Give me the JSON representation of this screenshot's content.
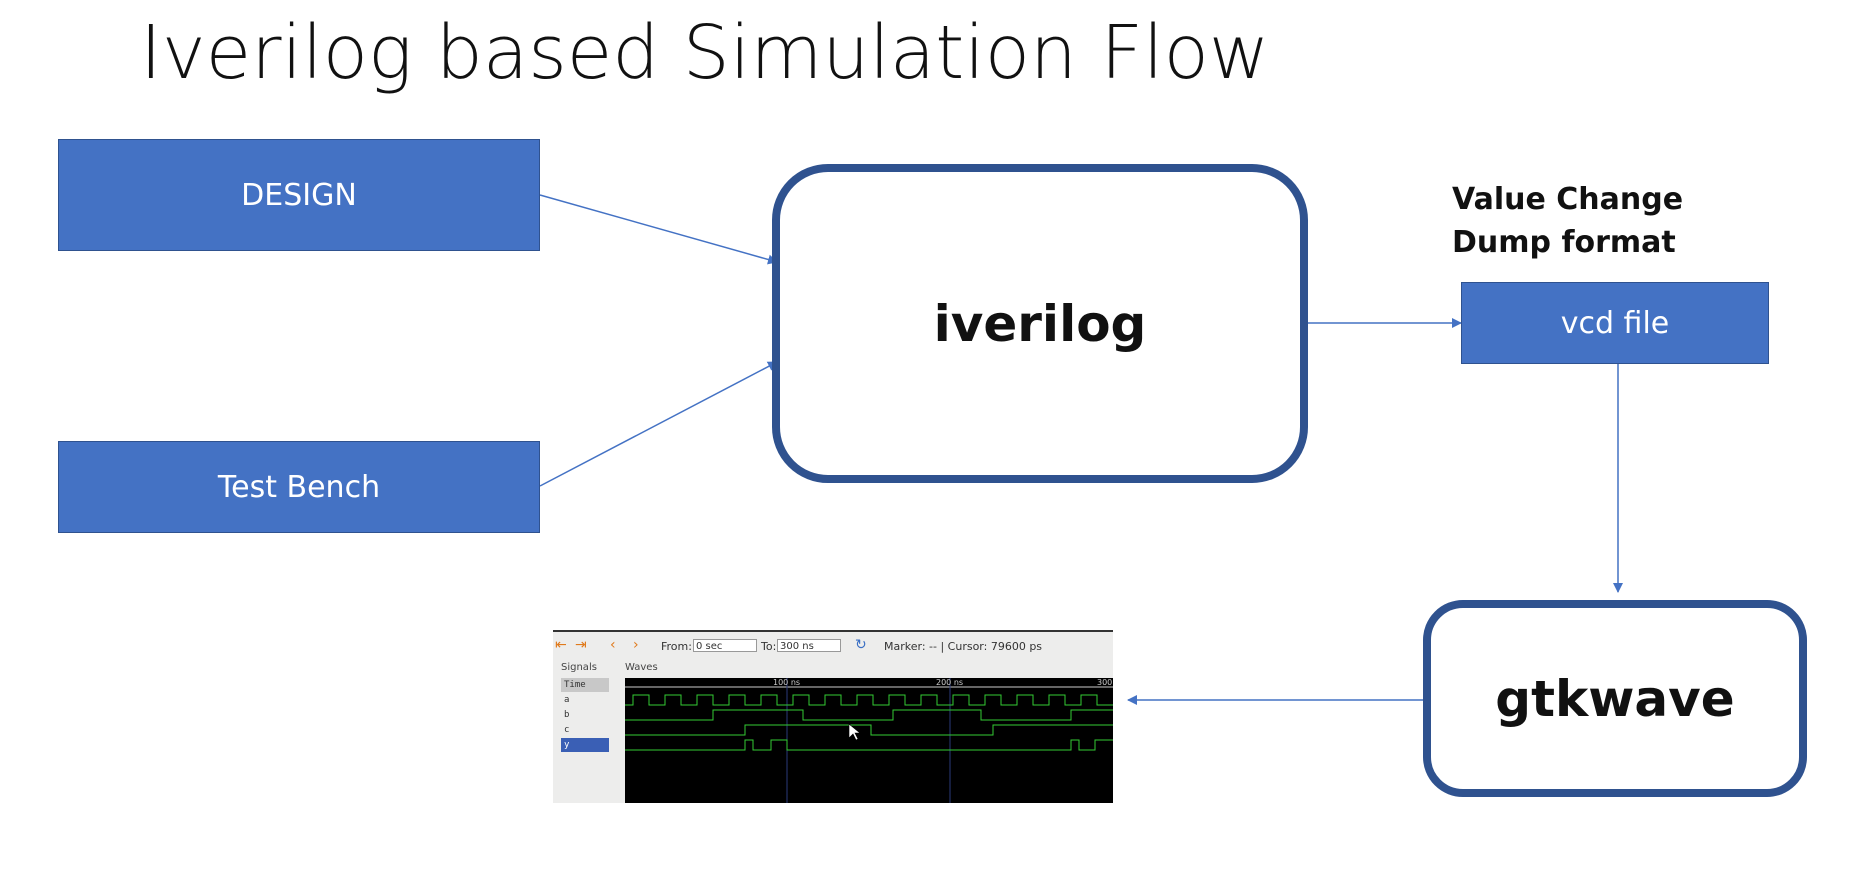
{
  "title": "Iverilog based Simulation Flow",
  "boxes": {
    "design": "DESIGN",
    "testbench": "Test Bench",
    "iverilog": "iverilog",
    "vcd_file": "vcd file",
    "gtkwave": "gtkwave"
  },
  "vcd_label": "Value Change Dump format",
  "colors": {
    "box_fill": "#4472c4",
    "box_border": "#2f528f",
    "arrow": "#4472c4"
  },
  "gtkwave_window": {
    "from_label": "From:",
    "from_value": "0 sec",
    "to_label": "To:",
    "to_value": "300 ns",
    "marker_text": "Marker: -- | Cursor: 79600 ps",
    "signals_header": "Signals",
    "waves_header": "Waves",
    "signals": [
      "Time",
      "a",
      "b",
      "c",
      "y"
    ],
    "time_ticks": [
      "100 ns",
      "200 ns",
      "300"
    ],
    "icons": [
      "zoom-fit-icon",
      "zoom-in-icon",
      "prev-icon",
      "next-icon",
      "reload-icon"
    ]
  }
}
